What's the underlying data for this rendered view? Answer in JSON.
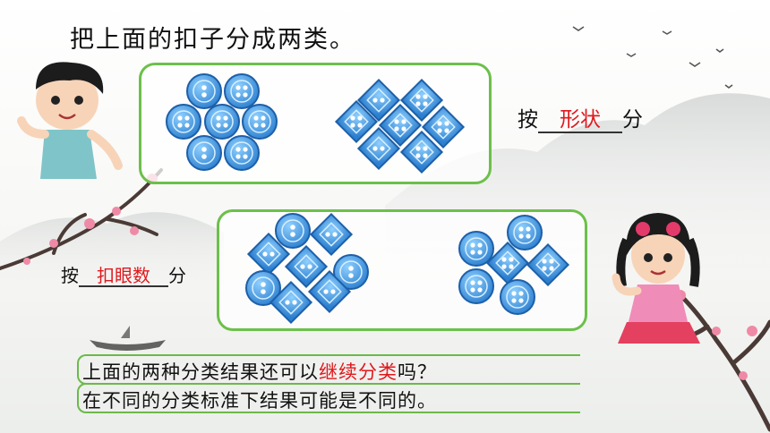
{
  "title": "把上面的扣子分成两类。",
  "answer_shape": {
    "prefix": "按",
    "fill": "形状",
    "suffix": "分"
  },
  "answer_holes": {
    "prefix": "按",
    "fill": "扣眼数",
    "suffix": "分"
  },
  "note1": {
    "before": "上面的两种分类结果还可以",
    "highlight": "继续分类",
    "after": "吗？"
  },
  "note2": "在不同的分类标准下结果可能是不同的。",
  "colors": {
    "accent_red": "#e0191e",
    "panel_border": "#6cc04a",
    "button_blue": "#3d8fd6"
  }
}
